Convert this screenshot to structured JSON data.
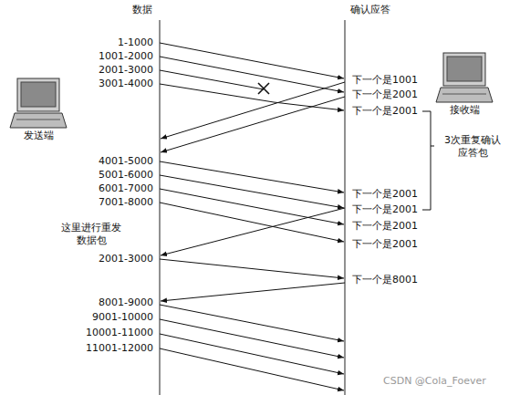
{
  "diagram": {
    "nodes": [
      {
        "text": [
          "发送端"
        ]
      },
      {
        "text": [
          "接收端"
        ]
      }
    ],
    "labels": [
      "数据",
      "确认应答",
      "1-1000",
      "1001-2000",
      "2001-3000",
      "3001-4000",
      "下一个是1001",
      "下一个是2001",
      "下一个是2001",
      "3次重复确认 应答包",
      "4001-5000",
      "5001-6000",
      "6001-7000",
      "7001-8000",
      "下一个是2001",
      "下一个是2001",
      "下一个是2001",
      "下一个是2001",
      "这里进行重发 数据包",
      "2001-3000",
      "下一个是8001",
      "8001-9000",
      "9001-10000",
      "10001-11000",
      "11001-12000",
      "CSDN @Cola_Foever"
    ]
  }
}
